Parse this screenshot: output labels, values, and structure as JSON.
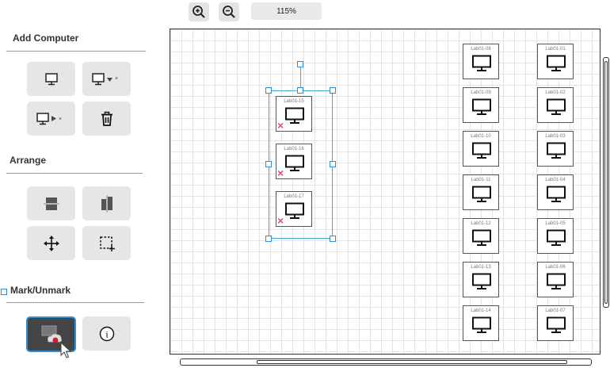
{
  "toolbar": {
    "zoom_in_icon": "zoom-in-icon",
    "zoom_out_icon": "zoom-out-icon",
    "zoom_level": "115%"
  },
  "sidebar": {
    "add_computer": {
      "title": "Add Computer",
      "tools": [
        "add-computer-icon",
        "add-computer-down-icon",
        "add-computer-right-icon",
        "trash-icon"
      ]
    },
    "arrange": {
      "title": "Arrange",
      "tools": [
        "align-horizontal-icon",
        "align-vertical-icon",
        "move-icon",
        "marquee-select-icon"
      ]
    },
    "mark": {
      "title": "Mark/Unmark",
      "checked": false,
      "tools": [
        "mark-cloud-icon",
        "info-icon"
      ]
    }
  },
  "canvas": {
    "selected_group": [
      "Lab01-15",
      "Lab01-16",
      "Lab01-17"
    ],
    "column_left": [
      "Lab01-08",
      "Lab01-09",
      "Lab01-10",
      "Lab01-11",
      "Lab01-12",
      "Lab01-13",
      "Lab01-14"
    ],
    "column_right": [
      "Lab01-01",
      "Lab01-02",
      "Lab01-03",
      "Lab01-04",
      "Lab01-05",
      "Lab01-06",
      "Lab01-07"
    ]
  },
  "colors": {
    "selection": "#4aa8d8",
    "remove_mark": "#e0506a",
    "active_border": "#2e8fd6"
  }
}
